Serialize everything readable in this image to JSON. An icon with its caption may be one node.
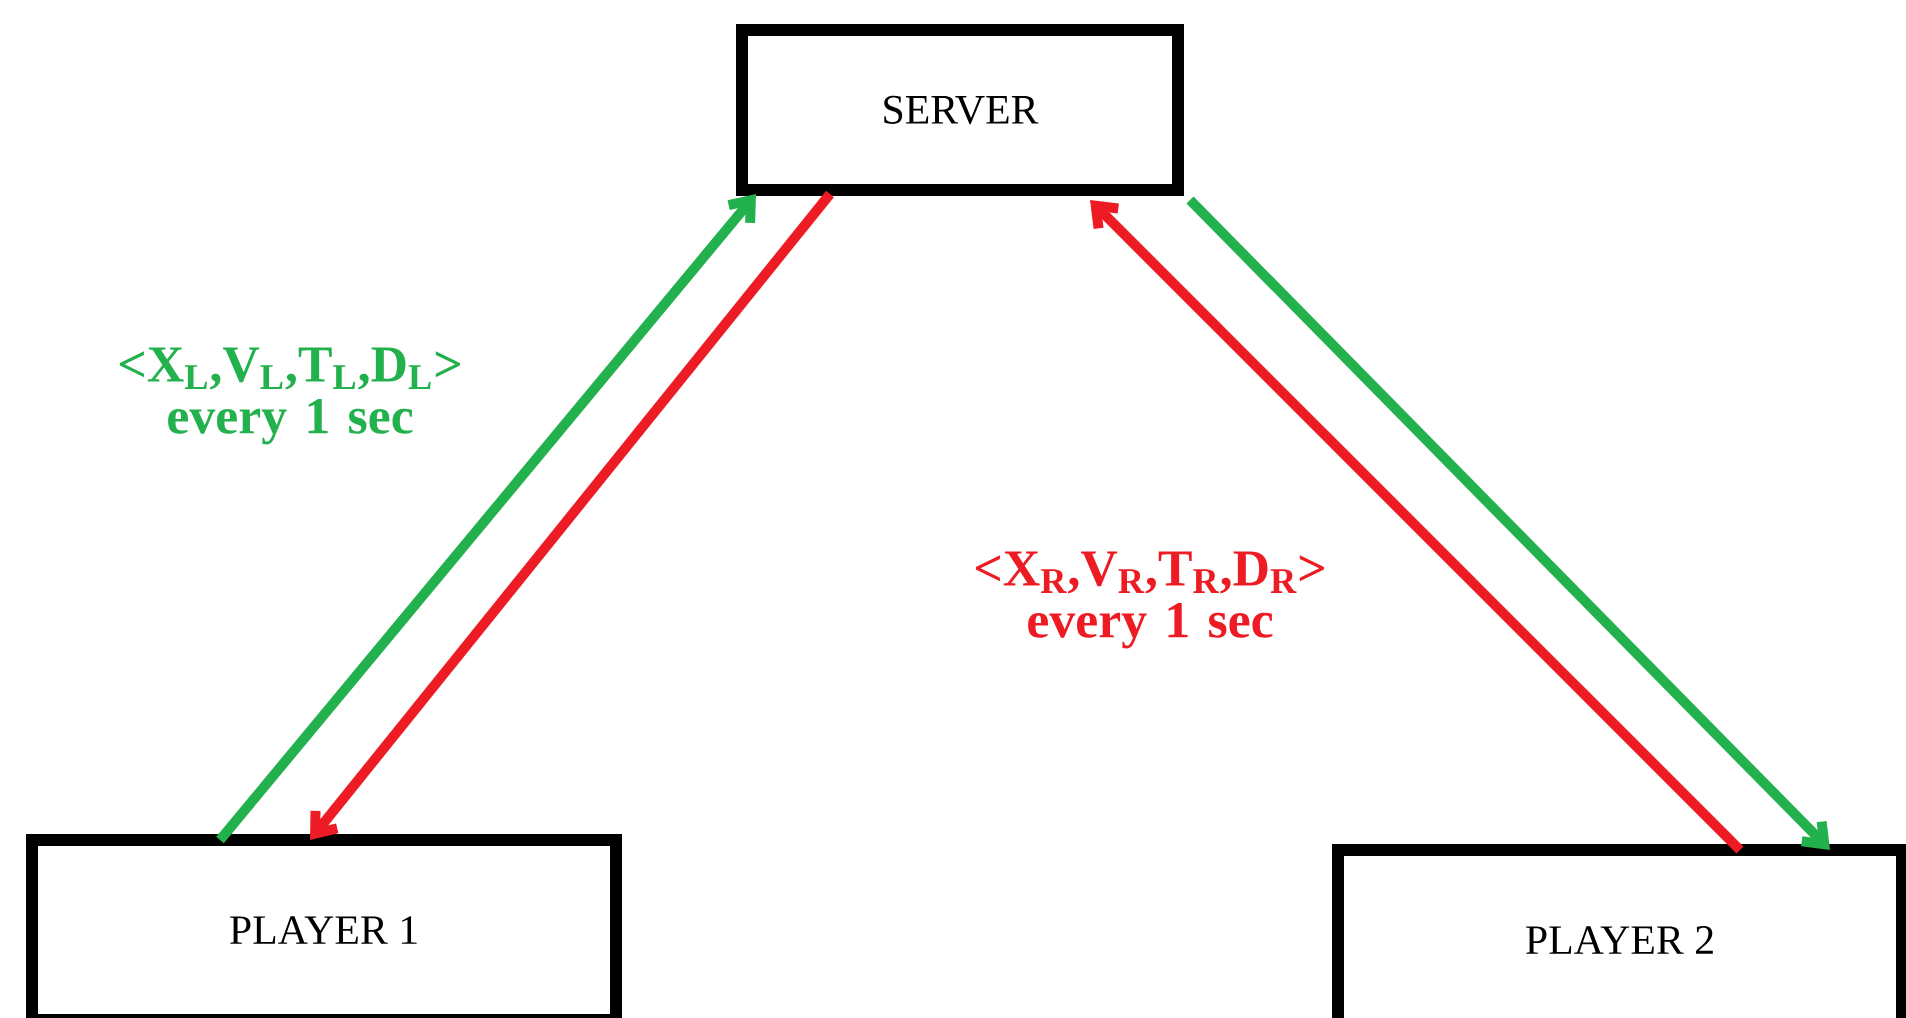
{
  "diagram": {
    "nodes": [
      {
        "text": [
          "SERVER"
        ]
      },
      {
        "text": [
          "PLAYER 1"
        ]
      },
      {
        "text": [
          "PLAYER 2"
        ]
      }
    ],
    "edges": [
      {
        "from": 1,
        "to": 0,
        "arrow": "to",
        "color": "#22b14c",
        "label": "<X$_{L}$,V$_{L}$,T$_{L}$,D$_{L}$> every 1 sec"
      },
      {
        "from": 0,
        "to": 1,
        "arrow": "to",
        "color": "#ed1c24"
      },
      {
        "from": 2,
        "to": 0,
        "arrow": "to",
        "color": "#ed1c24",
        "label": "<X$_{R}$,V$_{R}$,T$_{R}$,D$_{R}$> every 1 sec"
      },
      {
        "from": 0,
        "to": 2,
        "arrow": "to",
        "color": "#22b14c"
      }
    ]
  }
}
